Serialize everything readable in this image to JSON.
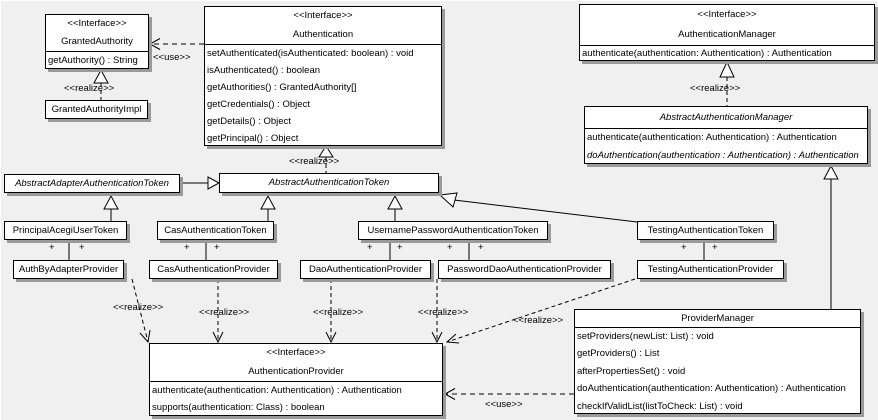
{
  "classes": {
    "granted_authority": {
      "stereotype": "<<Interface>>",
      "name": "GrantedAuthority",
      "methods": [
        "getAuthority() : String"
      ]
    },
    "granted_authority_impl": {
      "name": "GrantedAuthorityImpl"
    },
    "authentication": {
      "stereotype": "<<Interface>>",
      "name": "Authentication",
      "methods": [
        "setAuthenticated(isAuthenticated: boolean) : void",
        "isAuthenticated() : boolean",
        "getAuthorities() : GrantedAuthority[]",
        "getCredentials() : Object",
        "getDetails() : Object",
        "getPrincipal() : Object"
      ]
    },
    "authentication_manager": {
      "stereotype": "<<Interface>>",
      "name": "AuthenticationManager",
      "methods": [
        "authenticate(authentication: Authentication) : Authentication"
      ]
    },
    "abstract_authentication_manager": {
      "name": "AbstractAuthenticationManager",
      "methods": [
        "authenticate(authentication: Authentication) : Authentication",
        "doAuthentication(authentication : Authentication) : Authentication"
      ]
    },
    "abstract_adapter_authentication_token": {
      "name": "AbstractAdapterAuthenticationToken"
    },
    "abstract_authentication_token": {
      "name": "AbstractAuthenticationToken"
    },
    "principal_acegi_user_token": {
      "name": "PrincipalAcegiUserToken"
    },
    "cas_authentication_token": {
      "name": "CasAuthenticationToken"
    },
    "username_password_authentication_token": {
      "name": "UsernamePasswordAuthenticationToken"
    },
    "testing_authentication_token": {
      "name": "TestingAuthenticationToken"
    },
    "auth_by_adapter_provider": {
      "name": "AuthByAdapterProvider"
    },
    "cas_authentication_provider": {
      "name": "CasAuthenticationProvider"
    },
    "dao_authentication_provider": {
      "name": "DaoAuthenticationProvider"
    },
    "password_dao_authentication_provider": {
      "name": "PasswordDaoAuthenticationProvider"
    },
    "testing_authentication_provider": {
      "name": "TestingAuthenticationProvider"
    },
    "authentication_provider": {
      "stereotype": "<<Interface>>",
      "name": "AuthenticationProvider",
      "methods": [
        "authenticate(authentication: Authentication) : Authentication",
        "supports(authentication: Class) : boolean"
      ]
    },
    "provider_manager": {
      "name": "ProviderManager",
      "methods": [
        "setProviders(newList: List) : void",
        "getProviders() : List",
        "afterPropertiesSet() : void",
        "doAuthentication(authentication: Authentication) : Authentication",
        "checkIfValidList(listToCheck: List) : void"
      ]
    }
  },
  "edge_labels": {
    "realize": "<<realize>>",
    "use": "<<use>>",
    "plus": "+"
  },
  "colors": {
    "background": "#f0f0f0",
    "box_fill": "#ffffff",
    "box_border": "#000000",
    "shadow": "#9a9a9a"
  }
}
